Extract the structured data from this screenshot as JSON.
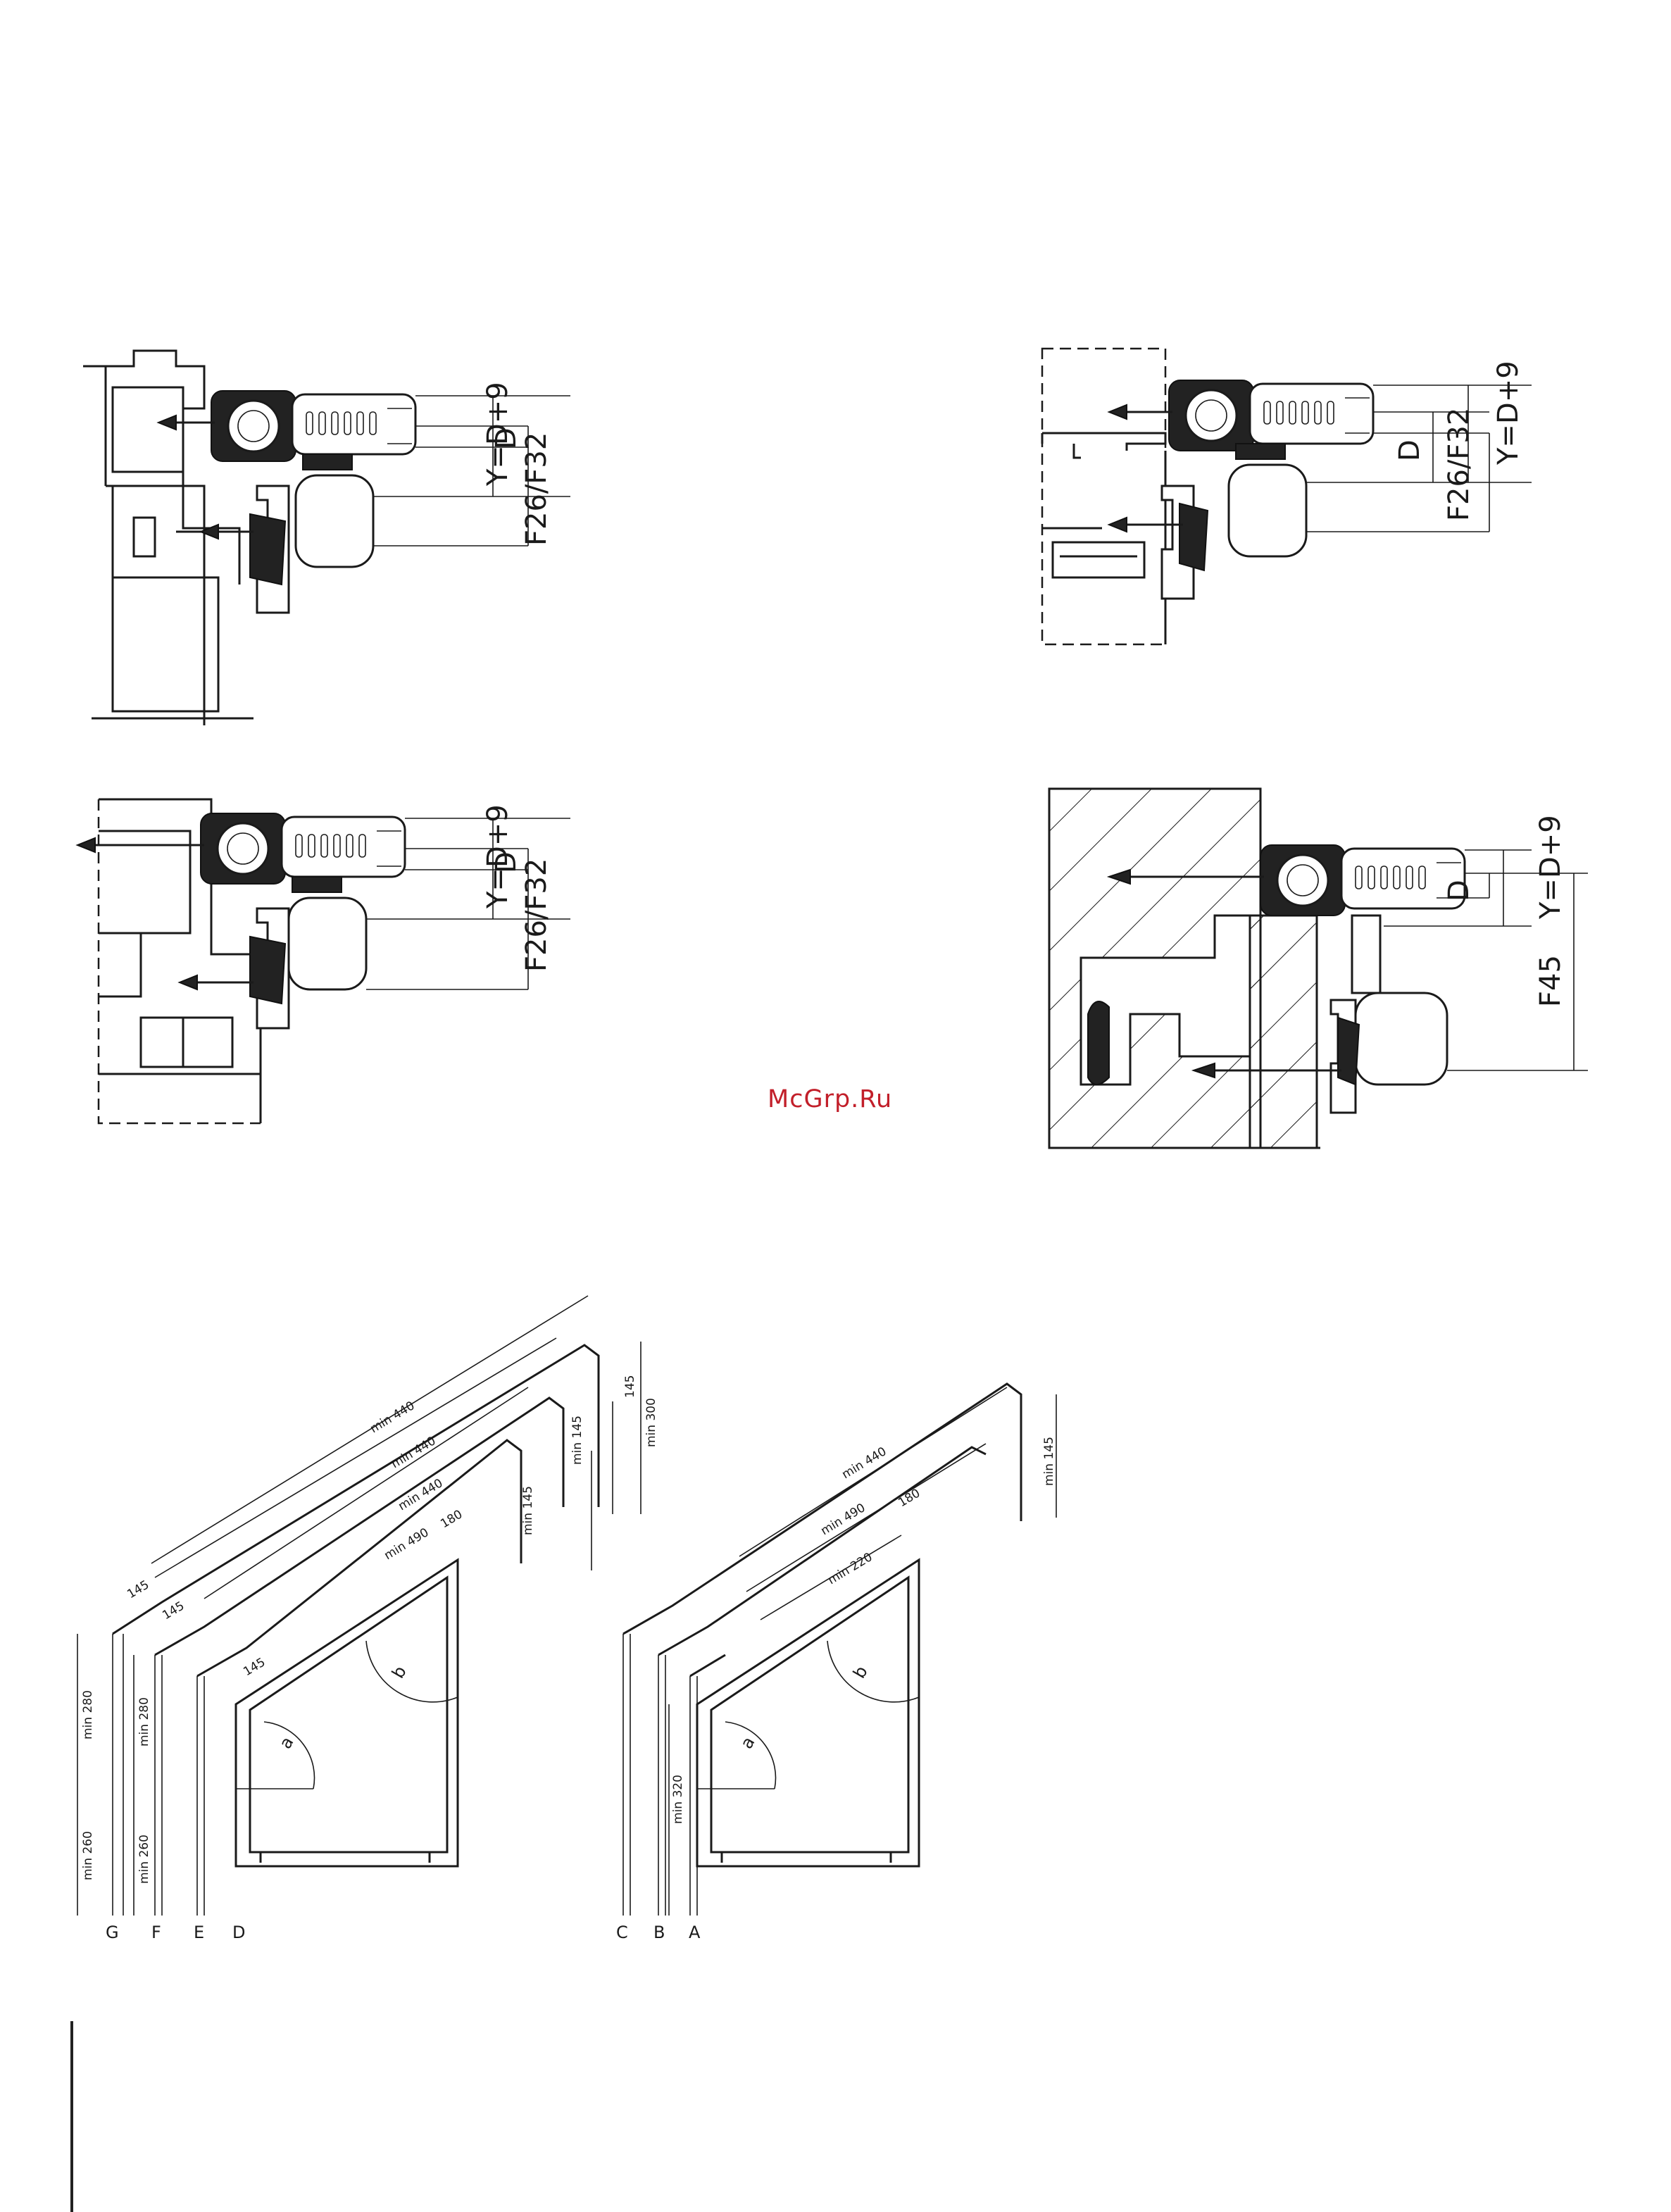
{
  "watermark": "McGrp.Ru",
  "fig1": {
    "d": "D",
    "f": "F26/F32",
    "y": "Y=D+9"
  },
  "fig2": {
    "d": "D",
    "f": "F26/F32",
    "y": "Y=D+9"
  },
  "fig3": {
    "d": "D",
    "f": "F26/F32",
    "y": "Y=D+9"
  },
  "fig4": {
    "d": "D",
    "f": "F45",
    "y": "Y=D+9"
  },
  "roof_left": {
    "arms": [
      "min 440",
      "min 440",
      "min 440"
    ],
    "top_145": "145",
    "right_145_a": "min 145",
    "right_145_b": "min 145",
    "right_300": "min 300",
    "left_145_a": "145",
    "left_145_b": "145",
    "left_145_c": "145",
    "min490": "min 490",
    "dim180": "180",
    "g_280": "min 280",
    "g_260": "min 260",
    "f_280": "min 280",
    "f_260": "min 260",
    "angle_a": "a",
    "angle_b": "b",
    "letters": [
      "G",
      "F",
      "E",
      "D"
    ]
  },
  "roof_right": {
    "arm": "min 440",
    "min490": "min 490",
    "dim180": "180",
    "min220": "min 220",
    "right_145": "min 145",
    "min320": "min 320",
    "angle_a": "a",
    "angle_b": "b",
    "letters": [
      "C",
      "B",
      "A"
    ]
  }
}
